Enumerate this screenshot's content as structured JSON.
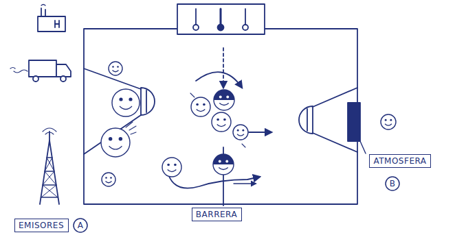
{
  "diagram": {
    "nodes": [
      {
        "text": [
          "EMISORES"
        ]
      },
      {
        "text": [
          "A"
        ]
      },
      {
        "text": [
          "ATMOSFERA"
        ]
      },
      {
        "text": [
          "B"
        ]
      },
      {
        "text": [
          "BARRERA"
        ]
      }
    ]
  }
}
